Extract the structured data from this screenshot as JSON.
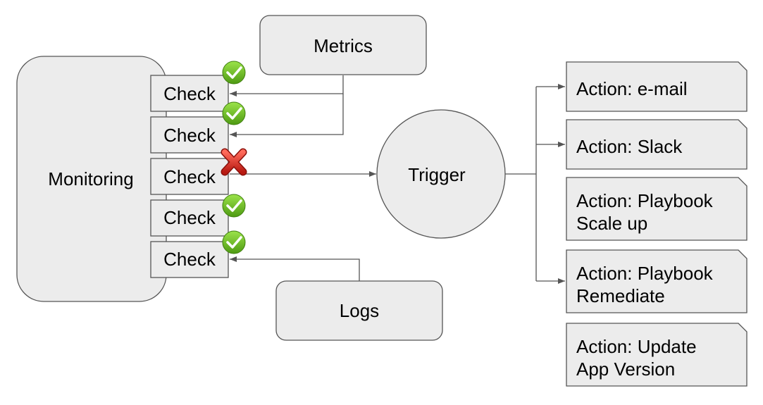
{
  "monitoring": {
    "label": "Monitoring"
  },
  "metrics": {
    "label": "Metrics"
  },
  "logs": {
    "label": "Logs"
  },
  "trigger": {
    "label": "Trigger"
  },
  "checks": [
    {
      "label": "Check",
      "status": "ok"
    },
    {
      "label": "Check",
      "status": "ok"
    },
    {
      "label": "Check",
      "status": "failed"
    },
    {
      "label": "Check",
      "status": "ok"
    },
    {
      "label": "Check",
      "status": "ok"
    }
  ],
  "actions": [
    {
      "lines": [
        "Action: e-mail"
      ]
    },
    {
      "lines": [
        "Action: Slack"
      ]
    },
    {
      "lines": [
        "Action: Playbook",
        "Scale up"
      ]
    },
    {
      "lines": [
        "Action: Playbook",
        "Remediate"
      ]
    },
    {
      "lines": [
        "Action: Update",
        "App Version"
      ]
    }
  ],
  "colors": {
    "box_fill": "#ececec",
    "stroke": "#555555",
    "ok": "#6cbf1f",
    "failed": "#d8261c"
  },
  "icons": {
    "ok": "green-checkmark-icon",
    "failed": "red-cross-icon"
  }
}
